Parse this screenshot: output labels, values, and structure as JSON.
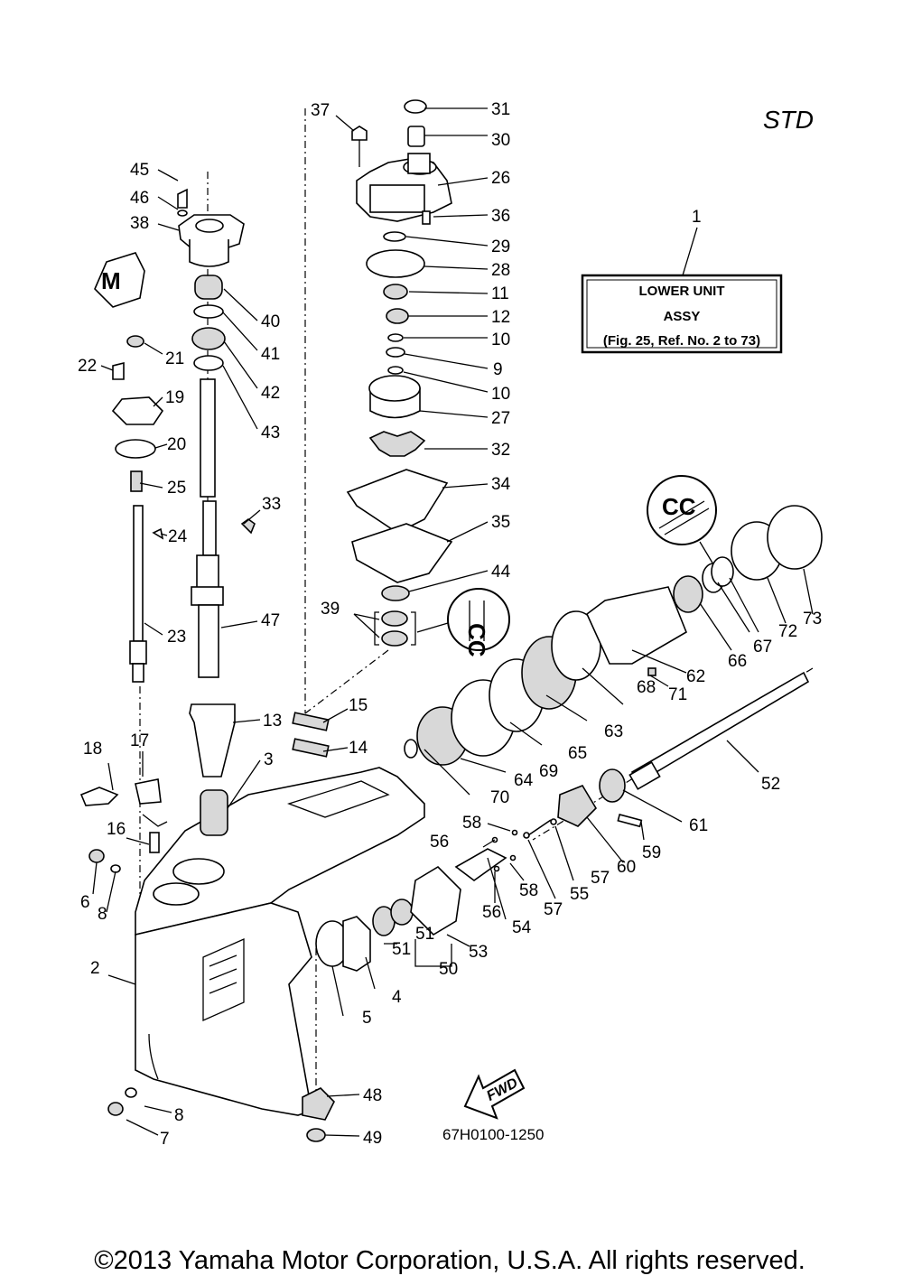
{
  "header": {
    "variant": "STD"
  },
  "assembly_box": {
    "ref_number": "1",
    "line1": "LOWER UNIT",
    "line2": "ASSY",
    "line3": "(Fig. 25, Ref. No. 2 to 73)"
  },
  "diagram_code": "67H0100-1250",
  "direction_label": "FWD",
  "copyright": "©2013 Yamaha Motor Corporation, U.S.A. All rights reserved.",
  "symbols": {
    "lubricant_top": "M",
    "lubricant_mid": "CC",
    "lubricant_right": "CC"
  },
  "callouts": [
    "2",
    "3",
    "4",
    "5",
    "6",
    "7",
    "8",
    "8",
    "9",
    "10",
    "10",
    "11",
    "12",
    "13",
    "14",
    "15",
    "16",
    "17",
    "18",
    "19",
    "20",
    "21",
    "22",
    "23",
    "24",
    "25",
    "26",
    "27",
    "28",
    "29",
    "30",
    "31",
    "32",
    "33",
    "34",
    "35",
    "36",
    "37",
    "38",
    "39",
    "40",
    "41",
    "42",
    "43",
    "44",
    "45",
    "46",
    "47",
    "48",
    "49",
    "50",
    "51",
    "51",
    "52",
    "53",
    "54",
    "55",
    "56",
    "56",
    "57",
    "57",
    "58",
    "58",
    "59",
    "60",
    "61",
    "62",
    "63",
    "64",
    "65",
    "66",
    "67",
    "68",
    "69",
    "70",
    "71",
    "72",
    "73"
  ]
}
